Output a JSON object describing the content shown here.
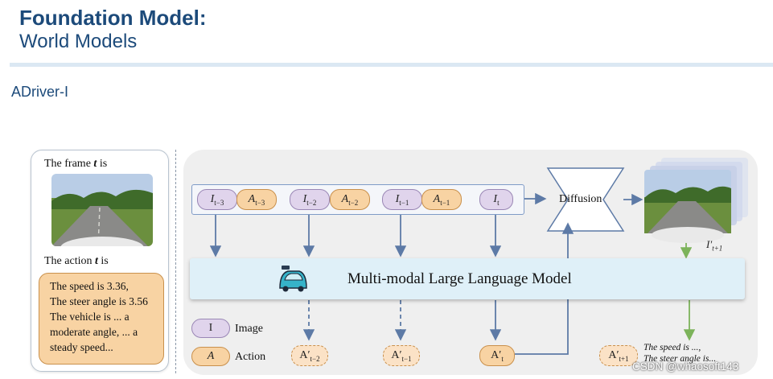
{
  "header": {
    "title": "Foundation Model:",
    "subtitle": "World Models",
    "section": "ADriver-I"
  },
  "left_card": {
    "frame_prefix": "The frame ",
    "frame_var": "t",
    "frame_suffix": " is",
    "action_prefix": "The action ",
    "action_var": "t",
    "action_suffix": " is",
    "action_lines": [
      "The speed is 3.36,",
      "The steer angle is 3.56",
      "The vehicle is ... a",
      "moderate angle, ... a",
      "steady speed..."
    ]
  },
  "sequence": {
    "tokens": [
      {
        "sym": "I",
        "sub": "t−3",
        "kind": "image"
      },
      {
        "sym": "A",
        "sub": "t−3",
        "kind": "action"
      },
      {
        "sym": "I",
        "sub": "t−2",
        "kind": "image"
      },
      {
        "sym": "A",
        "sub": "t−2",
        "kind": "action"
      },
      {
        "sym": "I",
        "sub": "t−1",
        "kind": "image"
      },
      {
        "sym": "A",
        "sub": "t−1",
        "kind": "action"
      },
      {
        "sym": "I",
        "sub": "t",
        "kind": "image"
      }
    ]
  },
  "diffusion_label": "Diffusion",
  "next_frame_label": {
    "sym": "I′",
    "sub": "t+1"
  },
  "llm_label": "Multi-modal Large Language Model",
  "outputs": [
    {
      "sym": "A′",
      "sub": "t−2",
      "style": "dashed"
    },
    {
      "sym": "A′",
      "sub": "t−1",
      "style": "dashed"
    },
    {
      "sym": "A′",
      "sub": "t",
      "style": "solid"
    },
    {
      "sym": "A′",
      "sub": "t+1",
      "style": "dashed"
    }
  ],
  "legend": [
    {
      "sym": "I",
      "label": "Image"
    },
    {
      "sym": "A",
      "label": "Action"
    }
  ],
  "prediction_note": [
    "The speed is ...,",
    "The steer angle is..."
  ],
  "watermark": "CSDN @whaosoft143",
  "colors": {
    "title": "#1c4a7a",
    "image_token": "#e0d4ec",
    "action_token": "#f8d3a3",
    "llm_fill": "#dff0f8",
    "arrow": "#5d7aa6",
    "green_arrow": "#7cb35a"
  }
}
